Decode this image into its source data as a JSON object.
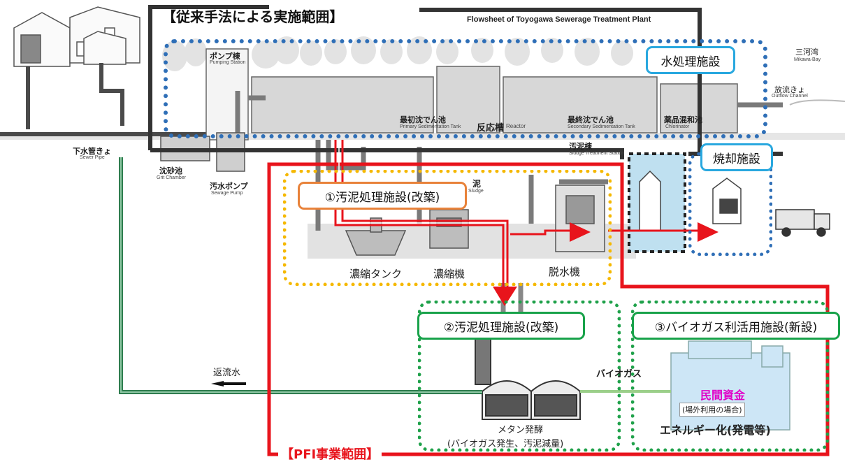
{
  "header": {
    "conventional_scope": "【従来手法による実施範囲】",
    "flowsheet_title": "Flowsheet of Toyogawa Sewerage Treatment Plant"
  },
  "facilities": {
    "water_treatment": "水処理施設",
    "incineration": "焼却施設",
    "sludge_treatment_1": "①汚泥処理施設(改築)",
    "sludge_treatment_2": "②汚泥処理施設(改築)",
    "biogas_facility": "③バイオガス利活用施設(新設)"
  },
  "equipment": {
    "thickening_tank": "濃縮タンク",
    "thickener": "濃縮機",
    "dewatering": "脱水機",
    "methane_line1": "メタン発酵",
    "methane_line2": "(バイオガス発生、汚泥減量)",
    "biogas": "バイオガス",
    "private_funds": "民間資金",
    "offsite_use": "(場外利用の場合)",
    "energy": "エネルギー化(発電等)",
    "return_water": "返流水"
  },
  "pfi_scope": "【PFI事業範囲】",
  "plant_labels": {
    "pump_station_jp": "ポンプ棟",
    "pump_station_en": "Pumping Station",
    "primary_jp": "最初沈でん池",
    "primary_en": "Primary Sedimentation Tank",
    "reactor_jp": "反応槽",
    "reactor_en": "Reactor",
    "secondary_jp": "最終沈でん池",
    "secondary_en": "Secondary Sedimentation Tank",
    "chlorinator_jp": "薬品混和池",
    "chlorinator_en": "Chlorinator",
    "mikawa_jp": "三河湾",
    "mikawa_en": "Mikawa-Bay",
    "outflow_jp": "放流きょ",
    "outflow_en": "Outflow Channel",
    "sewer_jp": "下水管きょ",
    "sewer_en": "Sewer Pipe",
    "grit_jp": "沈砂池",
    "grit_en": "Grit Chamber",
    "sewage_pump_jp": "汚水ポンプ",
    "sewage_pump_en": "Sewage Pump",
    "sludge_bldg_jp": "汚泥棟",
    "sludge_bldg_en": "Sludge Treatment Station",
    "sludge_jp": "泥",
    "sludge_en": "Sludge"
  },
  "colors": {
    "red": "#e8141c",
    "blue_dotted": "#2f6fb7",
    "orange_dotted": "#f5b800",
    "green_dotted": "#1fa14a",
    "green_box": "#18a24a",
    "light_blue_box": "#29a8df",
    "orange_box": "#e8823a",
    "black_frame": "#333333",
    "return_pipe": "#2e7d4f",
    "magenta": "#e000c8"
  }
}
